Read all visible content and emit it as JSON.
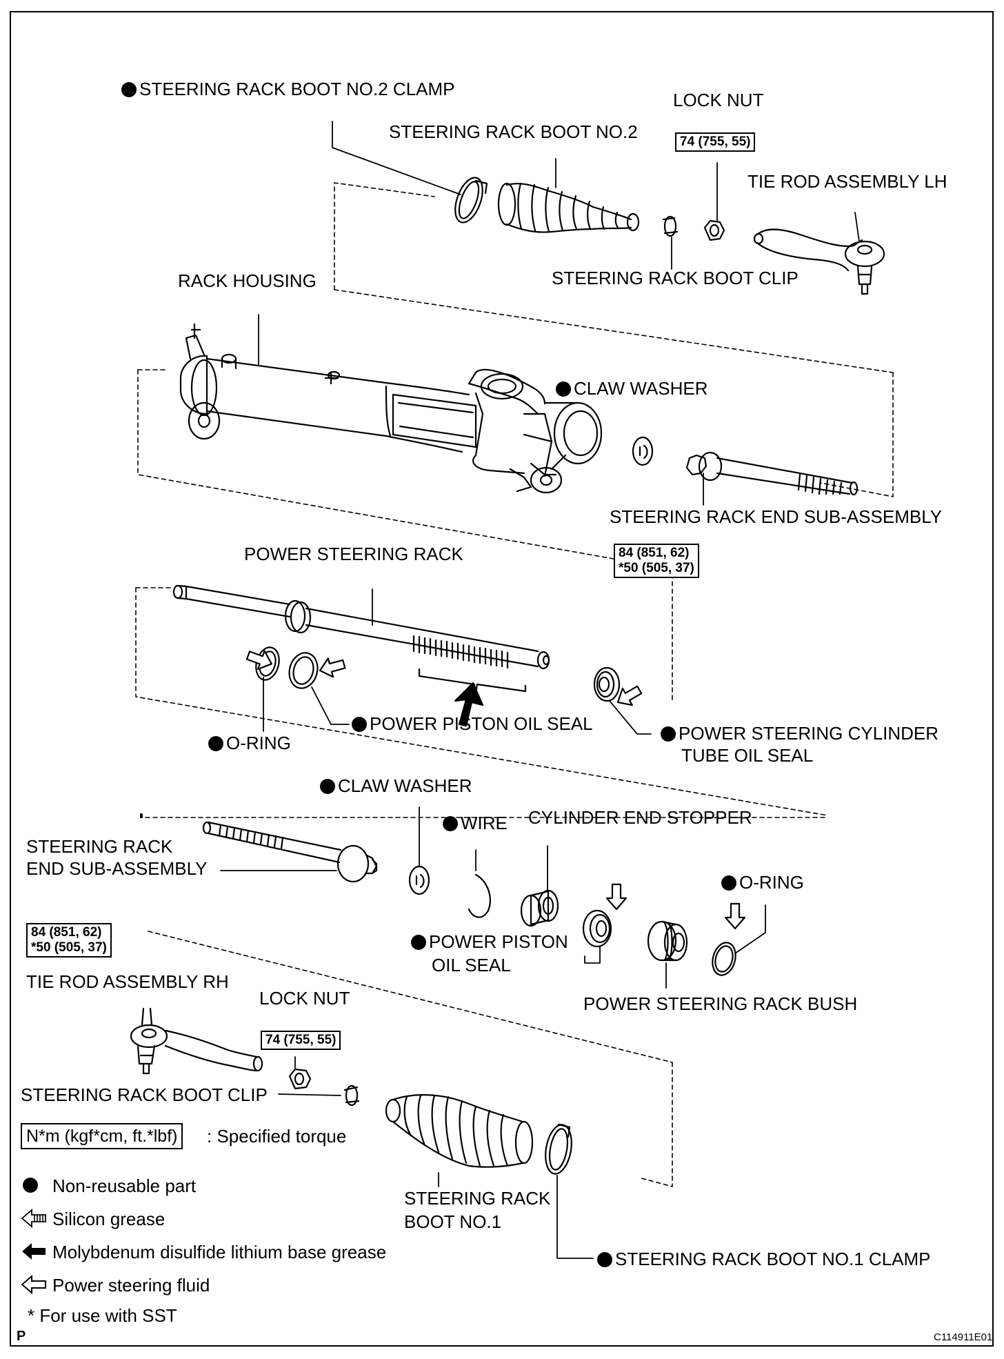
{
  "labels": {
    "boot2_clamp": "STEERING RACK BOOT NO.2 CLAMP",
    "lock_nut_top": "LOCK NUT",
    "boot2": "STEERING RACK BOOT NO.2",
    "tie_rod_lh": "TIE ROD ASSEMBLY LH",
    "rack_housing": "RACK HOUSING",
    "boot_clip_top": "STEERING RACK BOOT CLIP",
    "claw_washer_top": "CLAW WASHER",
    "rack_end_top": "STEERING RACK END SUB-ASSEMBLY",
    "power_rack": "POWER STEERING RACK",
    "piston_oil_seal_mid": "POWER PISTON OIL SEAL",
    "o_ring_left": "O-RING",
    "cyl_tube_oil_seal_1": "POWER STEERING CYLINDER",
    "cyl_tube_oil_seal_2": "TUBE OIL SEAL",
    "claw_washer_low": "CLAW WASHER",
    "wire": "WIRE",
    "cyl_end_stopper": "CYLINDER END STOPPER",
    "rack_end_low_1": "STEERING RACK",
    "rack_end_low_2": "END SUB-ASSEMBLY",
    "o_ring_right": "O-RING",
    "piston_oil_seal_low_1": "POWER PISTON",
    "piston_oil_seal_low_2": "OIL SEAL",
    "tie_rod_rh": "TIE ROD ASSEMBLY RH",
    "rack_bush": "POWER STEERING RACK BUSH",
    "lock_nut_low": "LOCK NUT",
    "boot_clip_low": "STEERING RACK BOOT CLIP",
    "boot1_1": "STEERING RACK",
    "boot1_2": "BOOT NO.1",
    "boot1_clamp": "STEERING RACK BOOT NO.1 CLAMP"
  },
  "torques": {
    "lock_nut_top": "74 (755, 55)",
    "rack_end_top_1": "84 (851, 62)",
    "rack_end_top_2": "*50 (505, 37)",
    "rack_end_low_1": "84 (851, 62)",
    "rack_end_low_2": "*50 (505, 37)",
    "lock_nut_low": "74 (755, 55)"
  },
  "legend": {
    "torque_box": "N*m (kgf*cm, ft.*lbf)",
    "torque_desc": ": Specified torque",
    "non_reusable": "Non-reusable part",
    "silicon": "Silicon grease",
    "molybdenum": "Molybdenum disulfide lithium base grease",
    "fluid": "Power steering fluid",
    "sst": "* For use with SST"
  },
  "footer": {
    "corner_letter": "P",
    "code": "C114911E01"
  }
}
